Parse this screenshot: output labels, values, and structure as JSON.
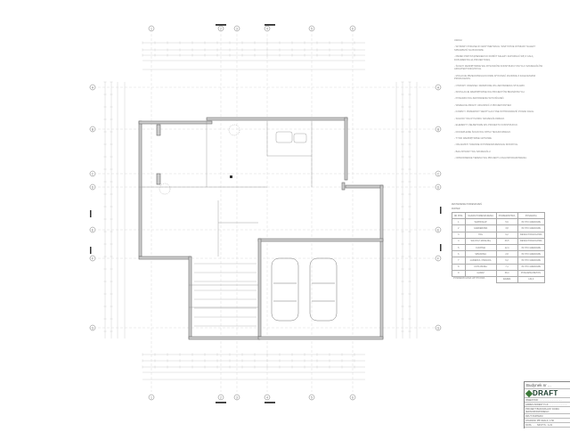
{
  "drawing": {
    "type": "architectural floor plan",
    "grid_axes_top": [
      "1",
      "2",
      "3",
      "4",
      "5",
      "6"
    ],
    "grid_axes_bottom": [
      "1",
      "2",
      "3",
      "4",
      "5",
      "6"
    ],
    "grid_axes_left": [
      "A",
      "B",
      "C",
      "D",
      "E",
      "F",
      "G"
    ],
    "grid_axes_right": [
      "A",
      "B",
      "C",
      "D",
      "E",
      "F",
      "G"
    ],
    "section_markers": [
      "A",
      "B"
    ],
    "garage": {
      "car_count": 2
    }
  },
  "notes": {
    "paragraphs": [
      "UWAGI",
      "- WYMIARY PODANE W CENTYMETRACH. WSZYSTKIE WYMIARY NALEŻY SPRAWDZIĆ NA BUDOWIE.",
      "- PRZED PRZYSTĄPIENIEM DO ROBÓT NALEŻY ZAPOZNAĆ SIĘ Z CAŁĄ DOKUMENTACJĄ PROJEKTOWĄ.",
      "- ŚCIANY ZEWNĘTRZNE WG RYSUNKÓW KONSTRUKCYJNYCH I SZCZEGÓŁÓW ARCHITEKTONICZNYCH.",
      "- IZOLACJE PRZECIWWILGOCIOWE WYKONAĆ ZGODNIE Z ZALECENIAMI PRODUCENTA.",
      "- OTWORY OKIENNE I DRZWIOWE WG ZESTAWIENIA STOLARKI.",
      "- INSTALACJE WEWNĘTRZNE WG PROJEKTÓW BRANŻOWYCH.",
      "- POSADZKI WG ZESTAWIENIA WYKOŃCZEŃ.",
      "- WSZELKIE ZMIANY UZGODNIĆ Z PROJEKTANTEM.",
      "- KOMINY I PRZEWODY WENTYLACYJNE WYPROWADZIĆ PONAD DACH.",
      "- SCHODY WG RYSUNKU SZCZEGÓŁOWEGO.",
      "- ELEMENTY ŻELBETOWE WG PROJEKTU KONSTRUKCJI.",
      "- DOCIEPLENIE ŚCIAN WG OPISU TECHNICZNEGO.",
      "- TYNKI WEWNĘTRZNE GIPSOWE.",
      "- OKŁADZINY ŚCIENNE W POMIESZCZENIACH MOKRYCH.",
      "- BALUSTRADY WG SZCZEGÓŁU.",
      "- ODWODNIENIE TERENU WG PROJEKTU ZAGOSPODAROWANIA."
    ]
  },
  "room_table": {
    "caption": "ZESTAWIENIE POMIESZCZEŃ",
    "subcaption": "PARTER",
    "headers": [
      "NR POM.",
      "NAZWA POMIESZCZENIA",
      "POWIERZCHNIA",
      "POSADZKA"
    ],
    "rows": [
      [
        "1",
        "WIATROŁAP",
        "5,6",
        "PŁYTKI GRESOWE"
      ],
      [
        "2",
        "GARDEROBA",
        "3,8",
        "PŁYTKI GRESOWE"
      ],
      [
        "3",
        "HOL",
        "9,2",
        "DESKA PODŁOGOWA"
      ],
      [
        "4",
        "SALON Z JADALNIĄ",
        "46,5",
        "DESKA PODŁOGOWA"
      ],
      [
        "5",
        "KUCHNIA",
        "12,4",
        "PŁYTKI GRESOWE"
      ],
      [
        "6",
        "SPIŻARNIA",
        "2,8",
        "PŁYTKI GRESOWE"
      ],
      [
        "7",
        "ŁAZIENKA / PRALNIA",
        "6,2",
        "PŁYTKI GRESOWE"
      ],
      [
        "8",
        "KOTŁOWNIA",
        "7,1",
        "PŁYTKI GRESOWE"
      ],
      [
        "9",
        "GARAŻ",
        "38,4",
        "POSADZKA BETON."
      ]
    ],
    "total_label": "RAZEM",
    "total_value": "132,0"
  },
  "area_label": "POWIERZCHNIA UŻYTKOWA",
  "title_block": {
    "building": "Budynek nr ...",
    "logo_text": "DRAFT",
    "rows": [
      "INWESTOR: ....................................",
      "ADRES INWESTYCJI: ............................",
      "PROJEKT BUDOWLANY DOMU JEDNORODZINNEGO",
      "RZUT PARTERU",
      "STADIUM: PB     SKALA: 1:50",
      "DATA: ......     NR RYS.: A-01"
    ]
  },
  "colors": {
    "line": "#6e6e6e",
    "dim_line": "#b5b5b5",
    "wall_fill": "#c8c8c8",
    "logo_green": "#3d7a3a"
  }
}
